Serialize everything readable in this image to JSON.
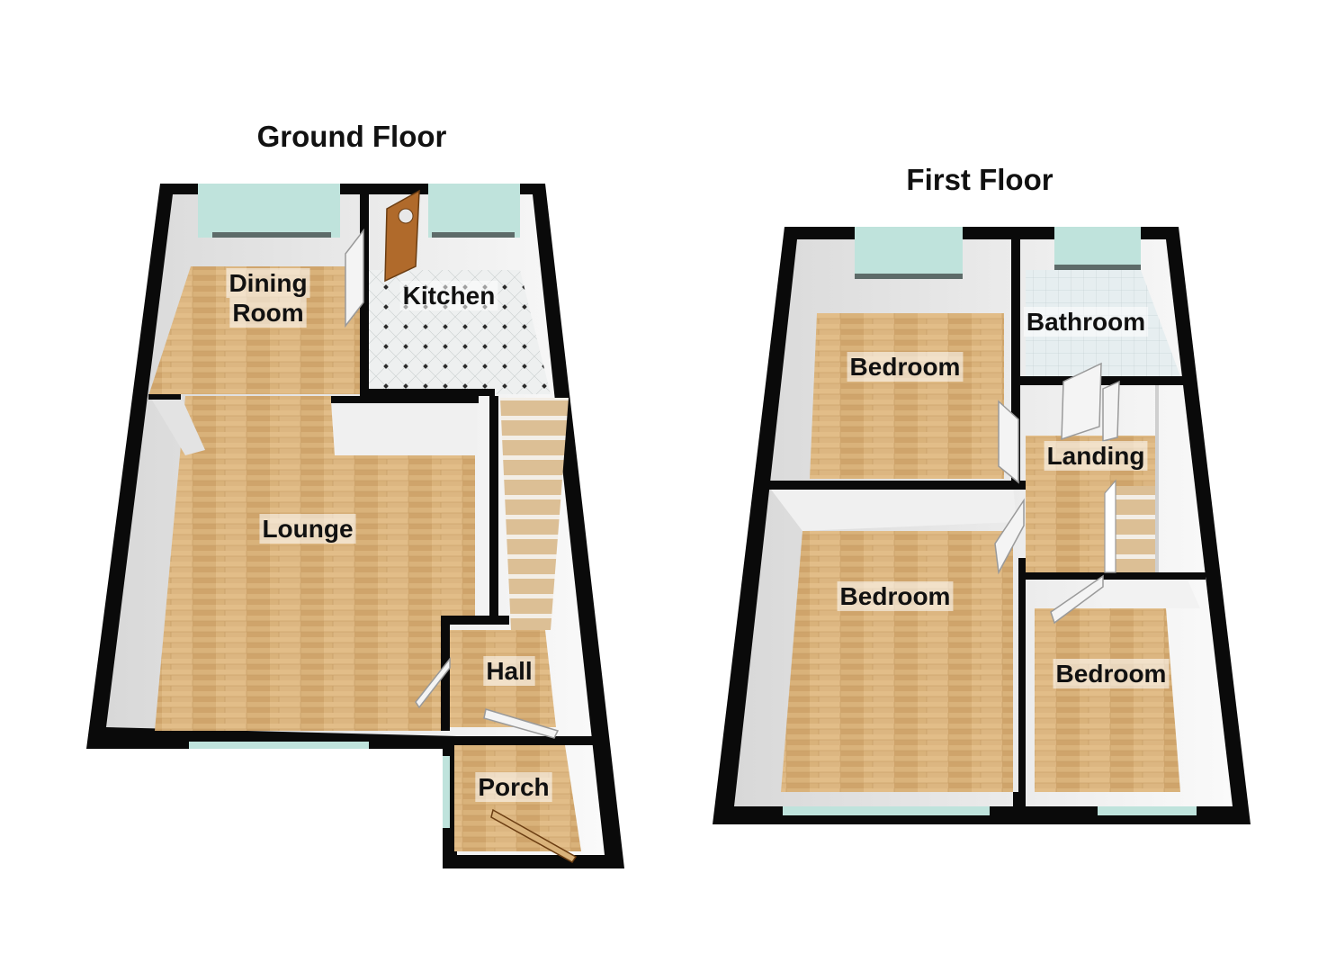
{
  "floors": {
    "ground": {
      "title": "Ground Floor",
      "rooms": {
        "dining_room_line1": "Dining",
        "dining_room_line2": "Room",
        "kitchen": "Kitchen",
        "lounge": "Lounge",
        "hall": "Hall",
        "porch": "Porch"
      }
    },
    "first": {
      "title": "First Floor",
      "rooms": {
        "bathroom": "Bathroom",
        "bedroom_rear": "Bedroom",
        "landing": "Landing",
        "bedroom_front_large": "Bedroom",
        "bedroom_front_small": "Bedroom"
      }
    }
  },
  "colors": {
    "wall": "#0a0a0a",
    "wall_inner": "#ececec",
    "wood_floor": "#d9b27a",
    "tile_floor": "#e9ecec",
    "window": "#bfe3dc",
    "door_wood": "#b06a2b"
  }
}
